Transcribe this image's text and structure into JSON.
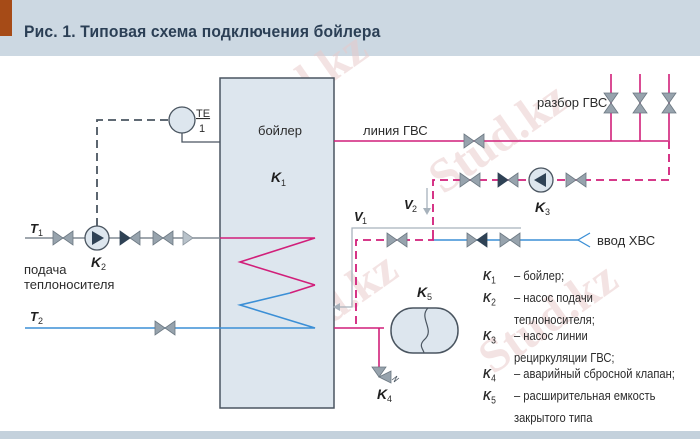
{
  "figure": {
    "title": "Рис. 1. Типовая схема подключения бойлера",
    "accent_color": "#a64b17",
    "header_bg": "#ccd8e2",
    "watermark": "Stud.kz"
  },
  "colors": {
    "hot_line": "#d11f7a",
    "cold_line": "#3b8fd6",
    "control_line": "#4a5560",
    "return_line": "#a7b2bc",
    "valve_fill": "#97a3ad",
    "valve_dark": "#2f4255",
    "boiler_fill": "#dde6ee"
  },
  "labels": {
    "boiler": "бойлер",
    "hw_line": "линия ГВС",
    "hw_draw": "разбор ГВС",
    "cw_input": "ввод ХВС",
    "heat_supply_1": "подача",
    "heat_supply_2": "теплоносителя",
    "sensor_top": "TE",
    "sensor_bottom": "1",
    "T1": "T",
    "T1_sub": "1",
    "T2": "T",
    "T2_sub": "2",
    "V1": "V",
    "V1_sub": "1",
    "V2": "V",
    "V2_sub": "2",
    "K1": "K",
    "K1_sub": "1",
    "K2": "K",
    "K2_sub": "2",
    "K3": "K",
    "K3_sub": "3",
    "K4": "K",
    "K4_sub": "4",
    "K5": "K",
    "K5_sub": "5"
  },
  "legend": [
    {
      "code": "K",
      "sub": "1",
      "lines": [
        "– бойлер;"
      ]
    },
    {
      "code": "K",
      "sub": "2",
      "lines": [
        "– насос подачи",
        "теплоносителя;"
      ]
    },
    {
      "code": "K",
      "sub": "3",
      "lines": [
        "– насос линии",
        "рециркуляции ГВС;"
      ]
    },
    {
      "code": "K",
      "sub": "4",
      "lines": [
        "– аварийный сбросной клапан;"
      ]
    },
    {
      "code": "K",
      "sub": "5",
      "lines": [
        "– расширительная  емкость",
        "закрытого типа"
      ]
    }
  ]
}
